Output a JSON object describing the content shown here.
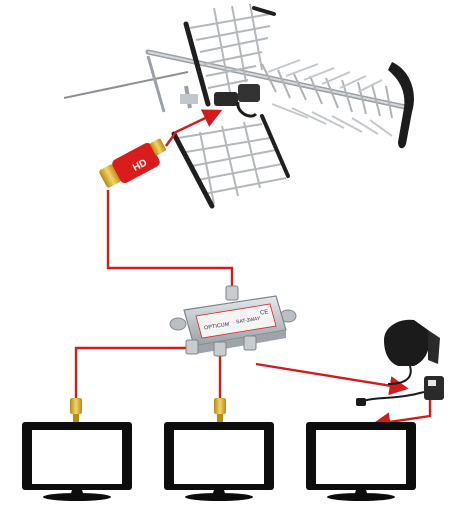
{
  "amplifier": {
    "label": "HD",
    "body_color": "#d91c1c",
    "connector_color": "#d4a017"
  },
  "splitter": {
    "brand_label": "OPTICUM",
    "model_label": "SAT-3WAY",
    "ce_mark": "CE",
    "body_color": "#c9ced4",
    "outputs": 3
  },
  "power_adapter": {
    "body_color": "#1b1b1b"
  },
  "televisions": [
    {
      "id": "tv-1"
    },
    {
      "id": "tv-2"
    },
    {
      "id": "tv-3"
    }
  ],
  "colors": {
    "cable": "#d41a1a",
    "antenna_metal": "#a9aeb4",
    "antenna_dark": "#222222",
    "tv_frame": "#0d0d0d",
    "tv_screen": "#ffffff"
  }
}
